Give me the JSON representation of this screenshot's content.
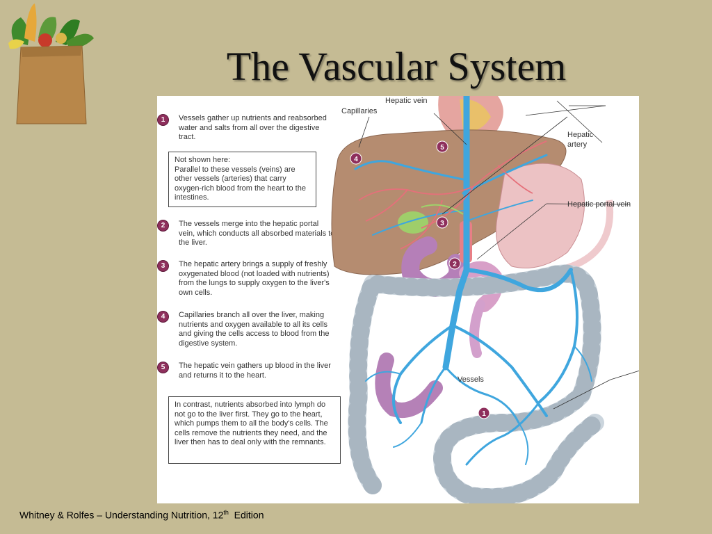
{
  "title": "The Vascular System",
  "steps": [
    {
      "num": "1",
      "text": "Vessels gather up nutrients and reabsorbed water and salts from all over the digestive tract."
    },
    {
      "num": "2",
      "text": "The vessels merge into the hepatic portal vein, which conducts all absorbed materials to the liver."
    },
    {
      "num": "3",
      "text": "The hepatic artery brings a supply of freshly oxygenated blood (not loaded with nutrients) from the lungs to supply oxygen to the liver's own cells."
    },
    {
      "num": "4",
      "text": "Capillaries branch all over the liver, making nutrients and oxygen available to all its cells and giving the cells access to blood from the digestive system."
    },
    {
      "num": "5",
      "text": "The hepatic vein gathers up blood in the liver and returns it to the heart."
    }
  ],
  "note_box": {
    "heading": "Not shown here:",
    "text": "Parallel to these vessels (veins) are other vessels (arteries) that carry oxygen-rich blood from the heart to the intestines."
  },
  "contrast_box": {
    "text": "In contrast, nutrients absorbed into lymph do not go to the liver first. They go to the heart, which pumps them to all the body's cells. The cells remove the nutrients they need, and the liver then has to deal only with the remnants."
  },
  "diagram_labels": {
    "hepatic_vein": "Hepatic vein",
    "capillaries": "Capillaries",
    "hepatic_artery_1": "Hepatic",
    "hepatic_artery_2": "artery",
    "hepatic_portal_vein": "Hepatic portal vein",
    "vessels": "Vessels"
  },
  "footer": {
    "text": "Whitney  & Rolfes – Understanding Nutrition, 12",
    "sup": "th",
    "edition": "  Edition"
  },
  "colors": {
    "background": "#c5bb94",
    "badge": "#8e2f5c",
    "vein": "#3fa6de",
    "artery": "#e5707a",
    "liver": "#b58c70"
  }
}
